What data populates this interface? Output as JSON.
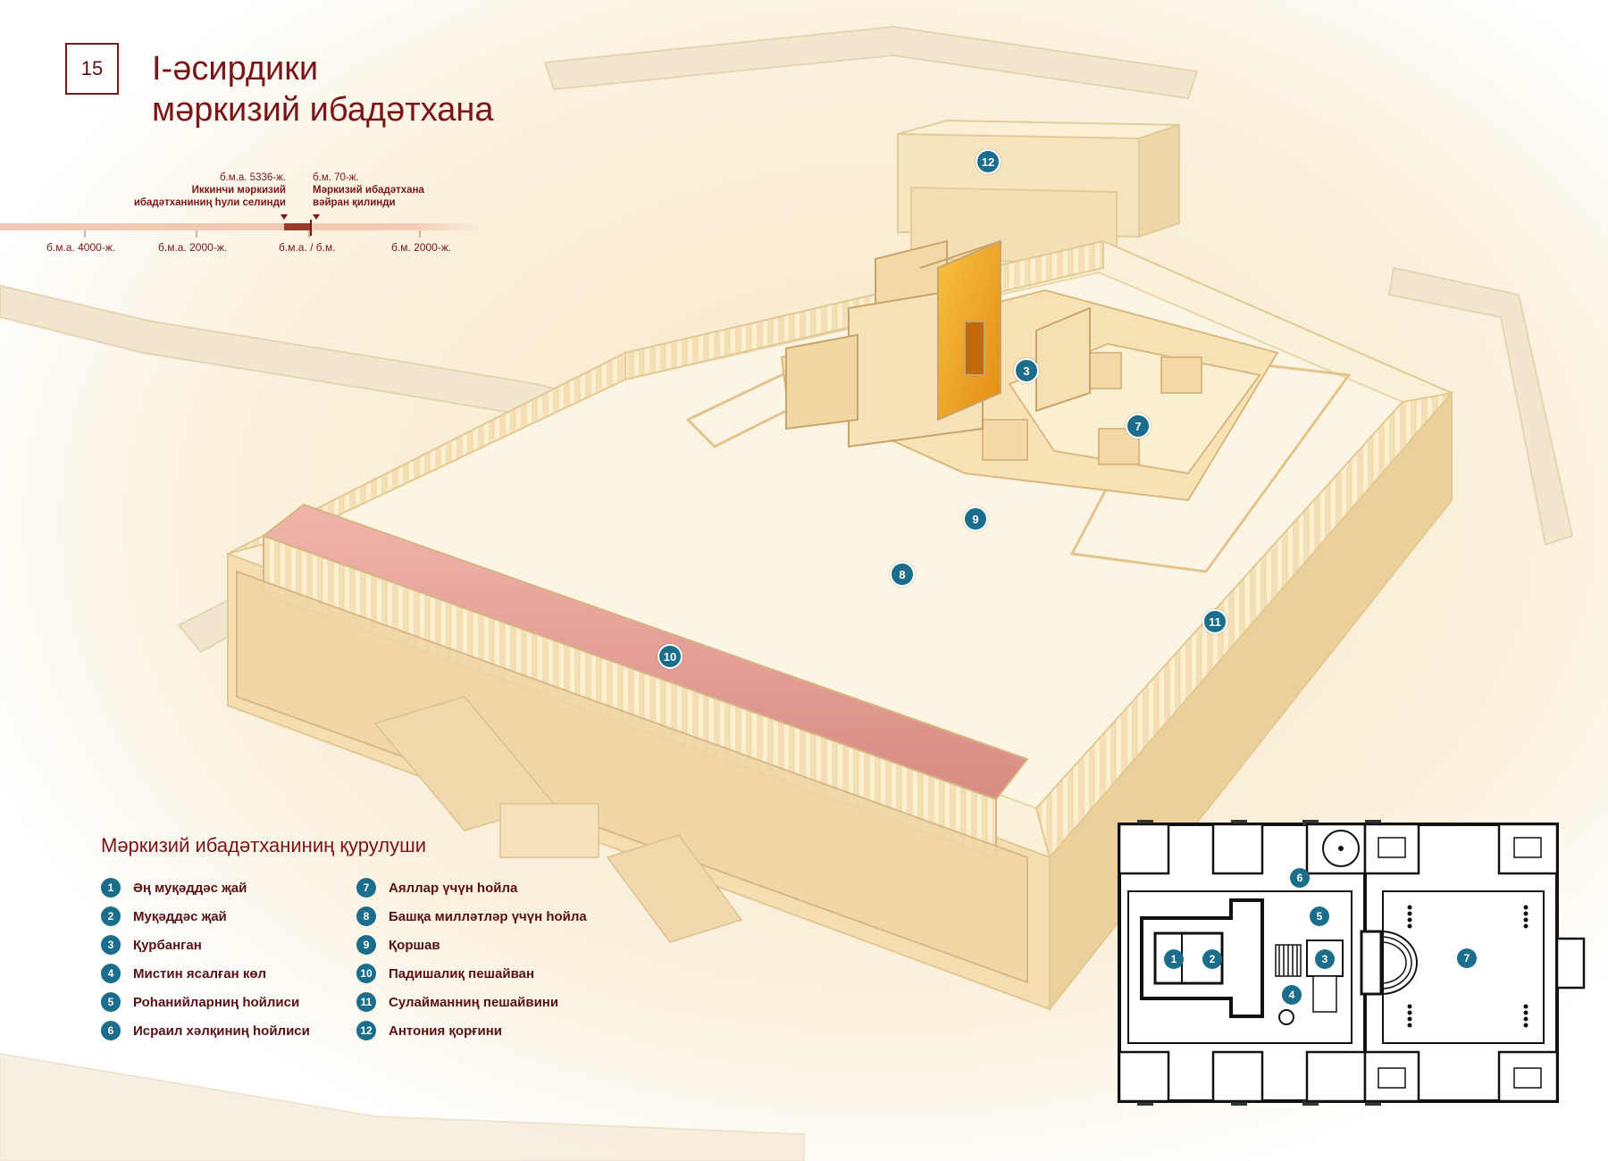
{
  "page_number": "15",
  "title": {
    "line1": "I-әсирдики",
    "line2": "мәркизий ибадәтхана"
  },
  "timeline": {
    "event_left": {
      "date": "б.м.а. 5336-ж.",
      "line1": "Иккинчи мәркизий",
      "line2": "ибадәтханиниң һули селинди"
    },
    "event_right": {
      "date": "б.м. 70-ж.",
      "line1": "Мәркизий ибадәтхана",
      "line2": "вәйран қилинди"
    },
    "ticks": [
      "б.м.а. 4000-ж.",
      "б.м.а. 2000-ж.",
      "б.м.а. / б.м.",
      "б.м. 2000-ж."
    ]
  },
  "legend": {
    "title": "Мәркизий ибадәтханиниң қурулуши",
    "items": [
      {
        "num": "1",
        "label": "Әң муқәддәс җай"
      },
      {
        "num": "2",
        "label": "Муқәддәс җай"
      },
      {
        "num": "3",
        "label": "Қурбанган"
      },
      {
        "num": "4",
        "label": "Мистин ясалған көл"
      },
      {
        "num": "5",
        "label": "Роһанийларниң һойлиси"
      },
      {
        "num": "6",
        "label": "Исраил хәлқиниң һойлиси"
      },
      {
        "num": "7",
        "label": "Аяллар үчүн һойла"
      },
      {
        "num": "8",
        "label": "Башқа милләтләр үчүн һойла"
      },
      {
        "num": "9",
        "label": "Қоршав"
      },
      {
        "num": "10",
        "label": "Падишалиқ пешайван"
      },
      {
        "num": "11",
        "label": "Сулайманниң пешайвини"
      },
      {
        "num": "12",
        "label": "Антония қорғини"
      }
    ]
  },
  "scene_markers": [
    "12",
    "3",
    "7",
    "9",
    "8",
    "11",
    "10"
  ],
  "plan_markers": [
    "6",
    "5",
    "1",
    "2",
    "3",
    "4",
    "7"
  ],
  "colors": {
    "accent": "#7a1518",
    "marker": "#1b6d8c",
    "stone": "#f6e6c2",
    "gold": "#f0a21a",
    "roof": "#e7a39a"
  }
}
